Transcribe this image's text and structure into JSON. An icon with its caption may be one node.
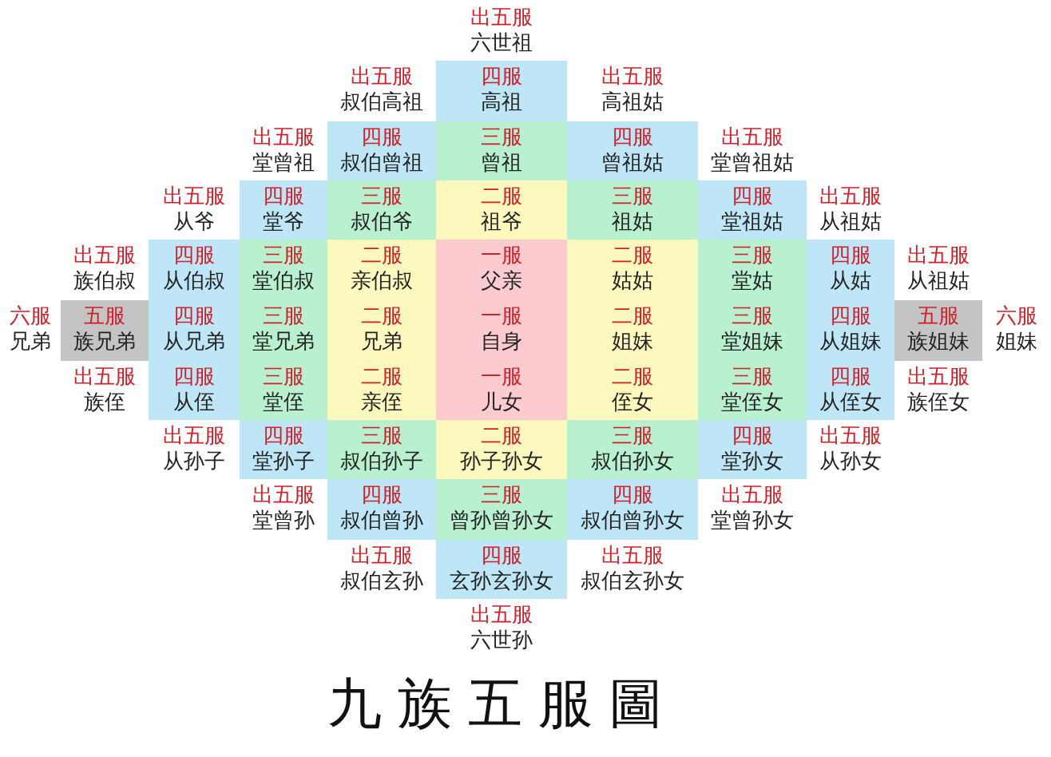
{
  "diagram": {
    "title": "九族五服圖",
    "nodes": [
      {
        "text": [
          "出五服",
          "六世祖"
        ]
      },
      {
        "text": [
          "出五服",
          "叔伯高祖"
        ]
      },
      {
        "text": [
          "四服",
          "高祖"
        ]
      },
      {
        "text": [
          "出五服",
          "高祖姑"
        ]
      },
      {
        "text": [
          "出五服",
          "堂曾祖"
        ]
      },
      {
        "text": [
          "四服",
          "叔伯曾祖"
        ]
      },
      {
        "text": [
          "三服",
          "曾祖"
        ]
      },
      {
        "text": [
          "四服",
          "曾祖姑"
        ]
      },
      {
        "text": [
          "出五服",
          "堂曾祖姑"
        ]
      },
      {
        "text": [
          "出五服",
          "从爷"
        ]
      },
      {
        "text": [
          "四服",
          "堂爷"
        ]
      },
      {
        "text": [
          "三服",
          "叔伯爷"
        ]
      },
      {
        "text": [
          "二服",
          "祖爷"
        ]
      },
      {
        "text": [
          "三服",
          "祖姑"
        ]
      },
      {
        "text": [
          "四服",
          "堂祖姑"
        ]
      },
      {
        "text": [
          "出五服",
          "从祖姑"
        ]
      },
      {
        "text": [
          "出五服",
          "族伯叔"
        ]
      },
      {
        "text": [
          "四服",
          "从伯叔"
        ]
      },
      {
        "text": [
          "三服",
          "堂伯叔"
        ]
      },
      {
        "text": [
          "二服",
          "亲伯叔"
        ]
      },
      {
        "text": [
          "一服",
          "父亲"
        ]
      },
      {
        "text": [
          "二服",
          "姑姑"
        ]
      },
      {
        "text": [
          "三服",
          "堂姑"
        ]
      },
      {
        "text": [
          "四服",
          "从姑"
        ]
      },
      {
        "text": [
          "出五服",
          "从祖姑"
        ]
      },
      {
        "text": [
          "六服",
          "兄弟"
        ]
      },
      {
        "text": [
          "五服",
          "族兄弟"
        ]
      },
      {
        "text": [
          "四服",
          "从兄弟"
        ]
      },
      {
        "text": [
          "三服",
          "堂兄弟"
        ]
      },
      {
        "text": [
          "二服",
          "兄弟"
        ]
      },
      {
        "text": [
          "一服",
          "自身"
        ]
      },
      {
        "text": [
          "二服",
          "姐妹"
        ]
      },
      {
        "text": [
          "三服",
          "堂姐妹"
        ]
      },
      {
        "text": [
          "四服",
          "从姐妹"
        ]
      },
      {
        "text": [
          "五服",
          "族姐妹"
        ]
      },
      {
        "text": [
          "六服",
          "姐妹"
        ]
      },
      {
        "text": [
          "出五服",
          "族侄"
        ]
      },
      {
        "text": [
          "四服",
          "从侄"
        ]
      },
      {
        "text": [
          "三服",
          "堂侄"
        ]
      },
      {
        "text": [
          "二服",
          "亲侄"
        ]
      },
      {
        "text": [
          "一服",
          "儿女"
        ]
      },
      {
        "text": [
          "二服",
          "侄女"
        ]
      },
      {
        "text": [
          "三服",
          "堂侄女"
        ]
      },
      {
        "text": [
          "四服",
          "从侄女"
        ]
      },
      {
        "text": [
          "出五服",
          "族侄女"
        ]
      },
      {
        "text": [
          "出五服",
          "从孙子"
        ]
      },
      {
        "text": [
          "四服",
          "堂孙子"
        ]
      },
      {
        "text": [
          "三服",
          "叔伯孙子"
        ]
      },
      {
        "text": [
          "二服",
          "孙子孙女"
        ]
      },
      {
        "text": [
          "三服",
          "叔伯孙女"
        ]
      },
      {
        "text": [
          "四服",
          "堂孙女"
        ]
      },
      {
        "text": [
          "出五服",
          "从孙女"
        ]
      },
      {
        "text": [
          "出五服",
          "堂曾孙"
        ]
      },
      {
        "text": [
          "四服",
          "叔伯曾孙"
        ]
      },
      {
        "text": [
          "三服",
          "曾孙曾孙女"
        ]
      },
      {
        "text": [
          "四服",
          "叔伯曾孙女"
        ]
      },
      {
        "text": [
          "出五服",
          "堂曾孙女"
        ]
      },
      {
        "text": [
          "出五服",
          "叔伯玄孙"
        ]
      },
      {
        "text": [
          "四服",
          "玄孙玄孙女"
        ]
      },
      {
        "text": [
          "出五服",
          "叔伯玄孙女"
        ]
      },
      {
        "text": [
          "出五服",
          "六世孙"
        ]
      }
    ]
  }
}
